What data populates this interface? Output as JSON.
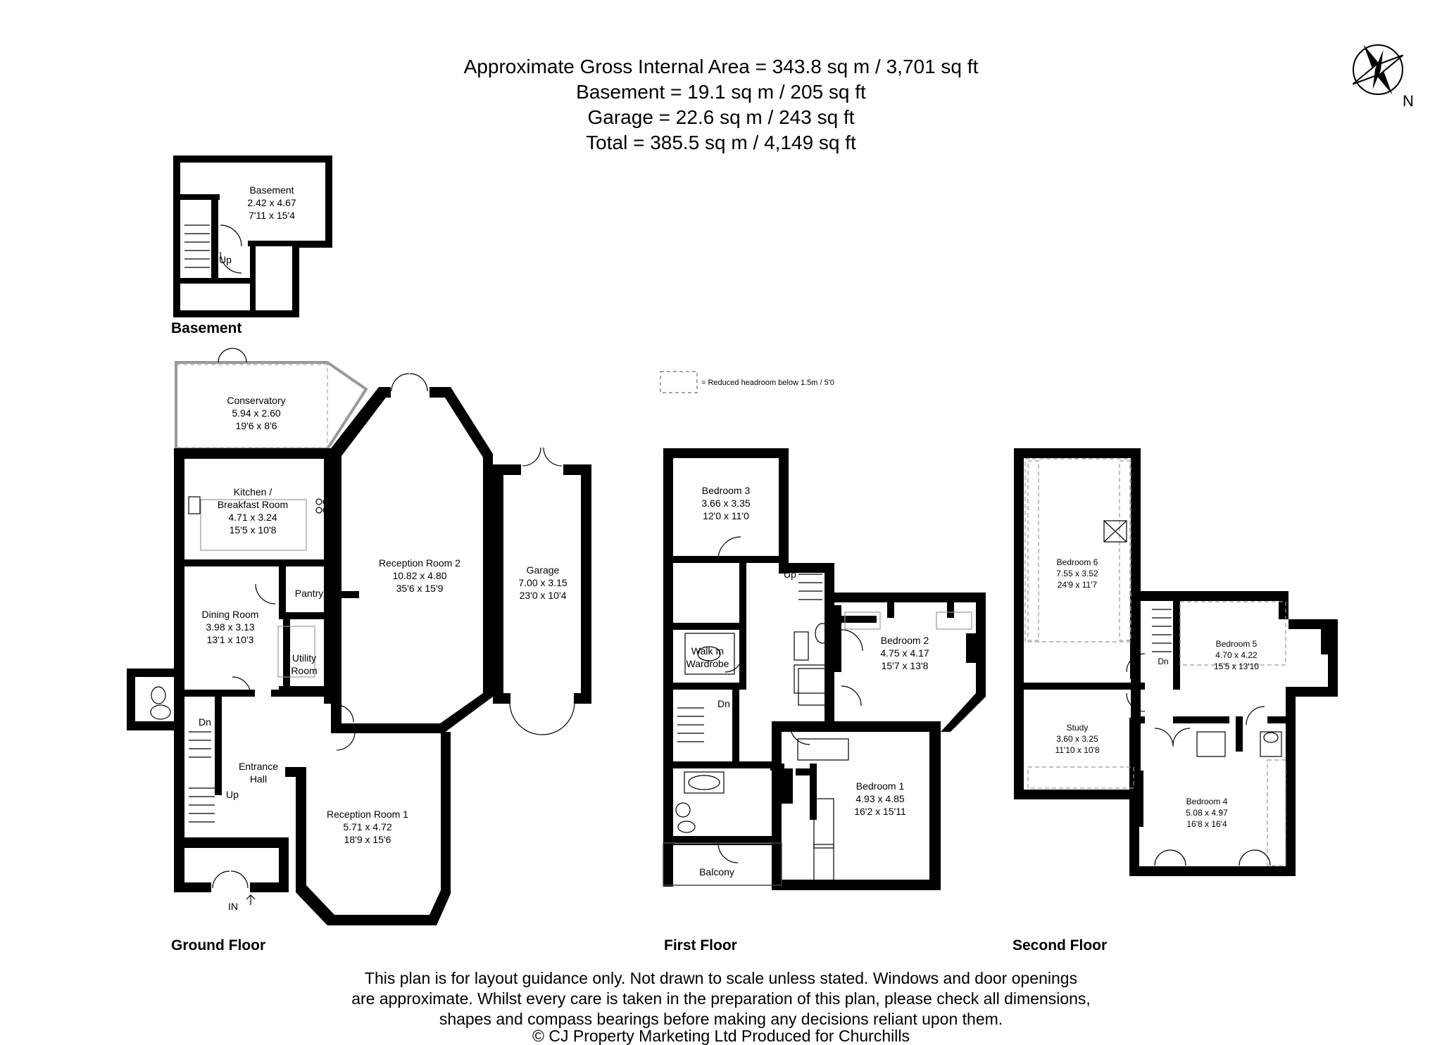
{
  "header": {
    "line1": "Approximate Gross Internal Area = 343.8 sq m / 3,701 sq ft",
    "line2": "Basement = 19.1 sq m / 205 sq ft",
    "line3": "Garage = 22.6 sq m / 243 sq ft",
    "line4": "Total = 385.5 sq m / 4,149 sq ft"
  },
  "compass": {
    "label": "N"
  },
  "legend": {
    "reduced_headroom": "= Reduced headroom below 1.5m / 5'0"
  },
  "floors": {
    "basement": "Basement",
    "ground": "Ground Floor",
    "first": "First Floor",
    "second": "Second Floor"
  },
  "rooms": {
    "basement": {
      "name": "Basement",
      "metric": "2.42 x 4.67",
      "imperial": "7'11 x 15'4"
    },
    "conservatory": {
      "name": "Conservatory",
      "metric": "5.94 x 2.60",
      "imperial": "19'6 x 8'6"
    },
    "kitchen": {
      "name1": "Kitchen /",
      "name2": "Breakfast Room",
      "metric": "4.71 x 3.24",
      "imperial": "15'5 x 10'8"
    },
    "pantry": {
      "name": "Pantry"
    },
    "dining": {
      "name": "Dining Room",
      "metric": "3.98 x 3.13",
      "imperial": "13'1 x 10'3"
    },
    "utility": {
      "name1": "Utility",
      "name2": "Room"
    },
    "entrance": {
      "name1": "Entrance",
      "name2": "Hall"
    },
    "reception2": {
      "name": "Reception Room 2",
      "metric": "10.82 x 4.80",
      "imperial": "35'6 x 15'9"
    },
    "reception1": {
      "name": "Reception Room 1",
      "metric": "5.71 x 4.72",
      "imperial": "18'9 x 15'6"
    },
    "garage": {
      "name": "Garage",
      "metric": "7.00 x 3.15",
      "imperial": "23'0 x 10'4"
    },
    "bedroom3": {
      "name": "Bedroom 3",
      "metric": "3.66 x 3.35",
      "imperial": "12'0 x 11'0"
    },
    "wardrobe": {
      "name1": "Walk In",
      "name2": "Wardrobe"
    },
    "bedroom2": {
      "name": "Bedroom 2",
      "metric": "4.75 x 4.17",
      "imperial": "15'7 x 13'8"
    },
    "bedroom1": {
      "name": "Bedroom 1",
      "metric": "4.93 x 4.85",
      "imperial": "16'2 x 15'11"
    },
    "balcony": {
      "name": "Balcony"
    },
    "bedroom6": {
      "name": "Bedroom 6",
      "metric": "7.55 x 3.52",
      "imperial": "24'9 x 11'7"
    },
    "study": {
      "name": "Study",
      "metric": "3.60 x 3.25",
      "imperial": "11'10 x 10'8"
    },
    "bedroom5": {
      "name": "Bedroom 5",
      "metric": "4.70 x 4.22",
      "imperial": "15'5 x 13'10"
    },
    "bedroom4": {
      "name": "Bedroom 4",
      "metric": "5.08 x 4.97",
      "imperial": "16'8 x 16'4"
    }
  },
  "stairs": {
    "up": "Up",
    "down": "Dn",
    "in": "IN"
  },
  "disclaimer": {
    "line1": "This plan is for layout guidance only. Not drawn to scale unless stated. Windows and door openings",
    "line2": "are approximate. Whilst every care is taken in the preparation of this plan, please check all dimensions,",
    "line3": "shapes and compass bearings before making any decisions reliant upon them.",
    "line4": "© CJ Property Marketing Ltd Produced for Churchills"
  }
}
